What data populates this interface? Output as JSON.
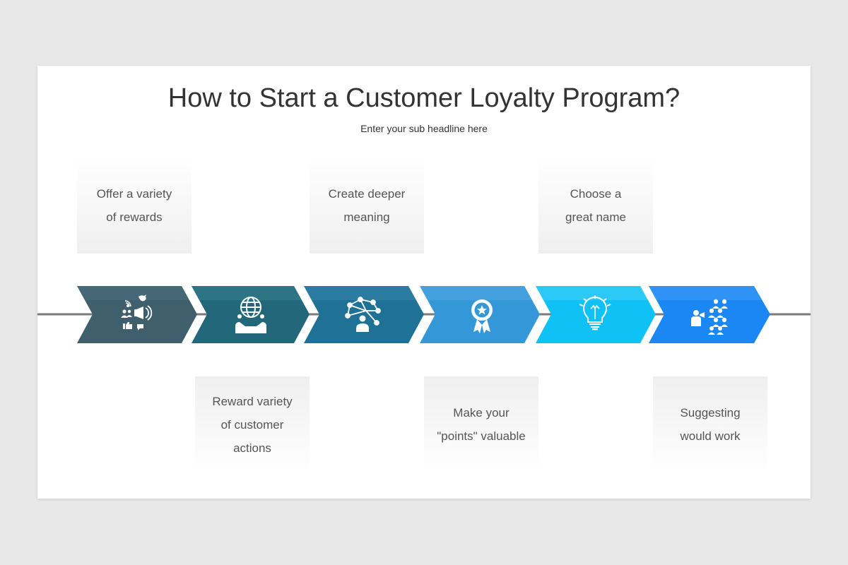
{
  "title": "How to Start a Customer Loyalty Program?",
  "subtitle": "Enter your sub headline here",
  "steps": [
    {
      "label_lines": [
        "Offer a variety",
        "of rewards"
      ],
      "position": "top",
      "color": "#3f5f6d",
      "icon": "social-media-megaphone-icon"
    },
    {
      "label_lines": [
        "Reward variety",
        "of customer",
        "actions"
      ],
      "position": "bottom",
      "color": "#23687a",
      "icon": "globe-handshake-icon"
    },
    {
      "label_lines": [
        "Create deeper",
        "meaning"
      ],
      "position": "top",
      "color": "#1f7196",
      "icon": "network-person-icon"
    },
    {
      "label_lines": [
        "Make your",
        "\"points\" valuable"
      ],
      "position": "bottom",
      "color": "#3498d8",
      "icon": "award-ribbon-icon"
    },
    {
      "label_lines": [
        "Choose a",
        "great name"
      ],
      "position": "top",
      "color": "#10c1f6",
      "icon": "lightbulb-icon"
    },
    {
      "label_lines": [
        "Suggesting",
        "would work"
      ],
      "position": "bottom",
      "color": "#1b87f4",
      "icon": "presenter-audience-icon"
    }
  ],
  "colors": {
    "timeline": "#7a7a7a",
    "text": "#555555",
    "title": "#333333"
  }
}
